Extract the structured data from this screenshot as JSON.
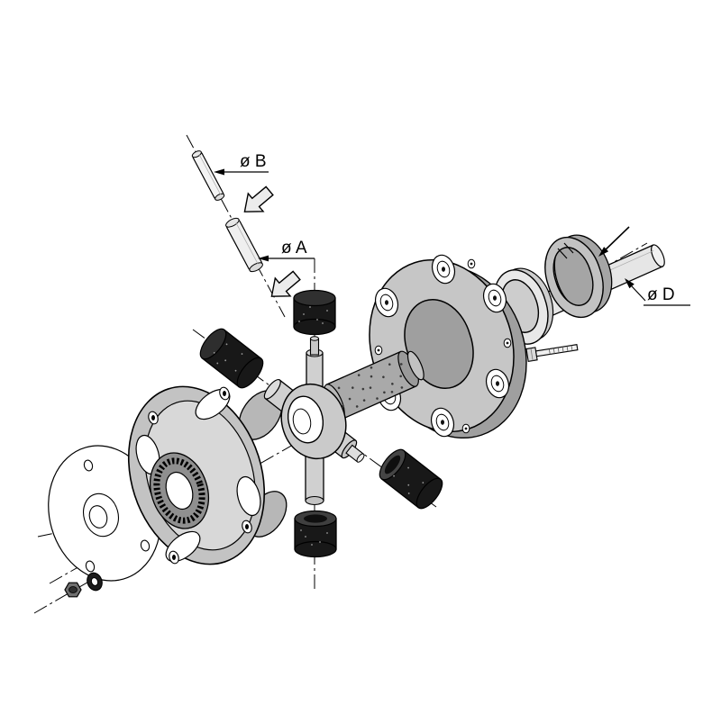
{
  "figure": {
    "kind": "exploded-assembly-technical-diagram",
    "labels": {
      "dia_b": "ø B",
      "dia_a": "ø A",
      "dia_d": "ø D"
    }
  },
  "icons": {
    "insertion_arrow_upper": "block-arrow-pointing-down-left",
    "insertion_arrow_lower": "block-arrow-pointing-down-left",
    "assembly_direction_arrow": "line-arrow-pointing-down-left",
    "leader_arrow_b": "arrowhead-pointing-left",
    "leader_arrow_a": "arrowhead-pointing-left",
    "leader_arrow_d": "arrowhead-pointing-up-left"
  },
  "colors": {
    "line": "#000000",
    "background": "#ffffff",
    "metal_light": "#e8e8e8",
    "metal_mid": "#c3c3c3",
    "metal_dark": "#9f9f9f",
    "rubber_dark": "#181818"
  }
}
